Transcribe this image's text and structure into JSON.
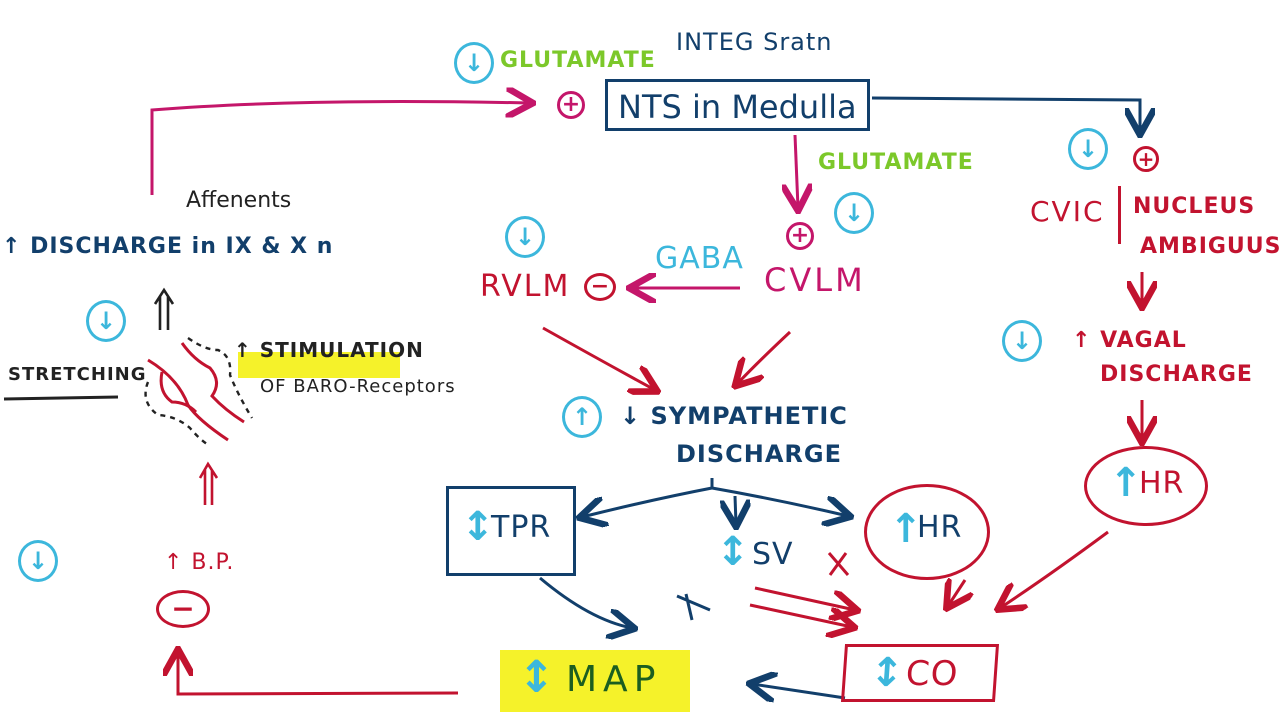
{
  "title_note": "INTEG Sratn",
  "colors": {
    "navy": "#123f6b",
    "red": "#c2132f",
    "magenta": "#c4166a",
    "green": "#7cc82a",
    "cyan": "#3cb7dc",
    "highlight": "#f5f22a"
  },
  "nodes": {
    "nts": "NTS in Medulla",
    "glutamate_top": "GLUTAMATE",
    "glutamate_mid": "GLUTAMATE",
    "afferents": "Affenents",
    "discharge": "↑ DISCHARGE in IX & X n",
    "stretching": "STRETCHING",
    "stimulation_line1": "↑ STIMULATION",
    "stimulation_line2": "OF BARO-Receptors",
    "gaba": "GABA",
    "rvlm": "RVLM",
    "cvlm": "CVLM",
    "cvic": "CVIC",
    "nucleus_line1": "NUCLEUS",
    "nucleus_line2": "AMBIGUUS",
    "vagal_line1": "↑ VAGAL",
    "vagal_line2": "DISCHARGE",
    "sympathetic_line1": "↓ SYMPATHETIC",
    "sympathetic_line2": "DISCHARGE",
    "tpr": "TPR",
    "sv": "SV",
    "hr_mid": "HR",
    "hr_right": "HR",
    "co": "CO",
    "map": "MAP",
    "bp": "↑ B.P."
  },
  "signs": {
    "plus": "+",
    "minus": "−",
    "cross": "X",
    "double_up": "⇑",
    "up": "↑",
    "down": "↓",
    "updown": "↕"
  },
  "annotations": [
    {
      "id": "nts",
      "dir": "↓"
    },
    {
      "id": "cvlm",
      "dir": "↓"
    },
    {
      "id": "rvlm",
      "dir": "↓"
    },
    {
      "id": "nucleus_ambiguus",
      "dir": "↓"
    },
    {
      "id": "vagal",
      "dir": "↓"
    },
    {
      "id": "baroreceptor",
      "dir": "↓"
    },
    {
      "id": "sympathetic",
      "dir": "↑"
    },
    {
      "id": "bp",
      "dir": "↓"
    }
  ]
}
